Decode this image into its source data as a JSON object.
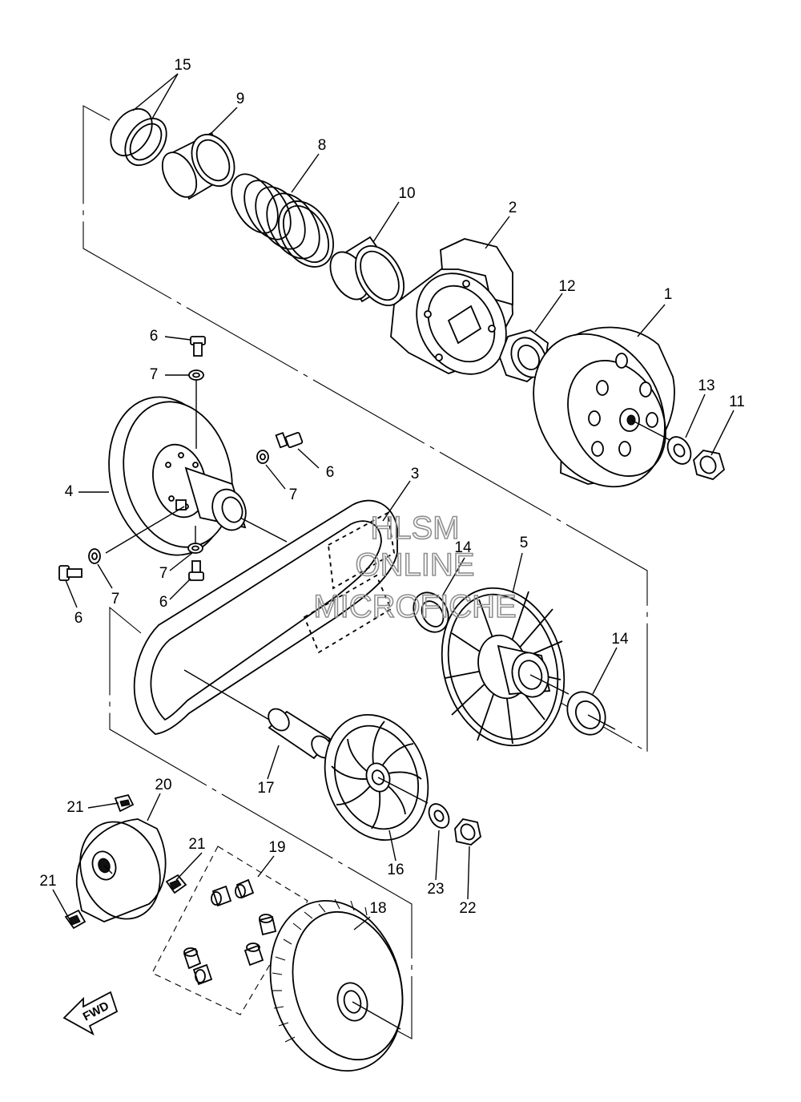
{
  "diagram": {
    "type": "exploded-parts-diagram",
    "callouts": [
      {
        "id": "c1",
        "text": "1"
      },
      {
        "id": "c2",
        "text": "2"
      },
      {
        "id": "c3",
        "text": "3"
      },
      {
        "id": "c4",
        "text": "4"
      },
      {
        "id": "c5",
        "text": "5"
      },
      {
        "id": "c6a",
        "text": "6"
      },
      {
        "id": "c6b",
        "text": "6"
      },
      {
        "id": "c6c",
        "text": "6"
      },
      {
        "id": "c6d",
        "text": "6"
      },
      {
        "id": "c7a",
        "text": "7"
      },
      {
        "id": "c7b",
        "text": "7"
      },
      {
        "id": "c7c",
        "text": "7"
      },
      {
        "id": "c7d",
        "text": "7"
      },
      {
        "id": "c8",
        "text": "8"
      },
      {
        "id": "c9",
        "text": "9"
      },
      {
        "id": "c10",
        "text": "10"
      },
      {
        "id": "c11",
        "text": "11"
      },
      {
        "id": "c12",
        "text": "12"
      },
      {
        "id": "c13",
        "text": "13"
      },
      {
        "id": "c14a",
        "text": "14"
      },
      {
        "id": "c14b",
        "text": "14"
      },
      {
        "id": "c15",
        "text": "15"
      },
      {
        "id": "c16",
        "text": "16"
      },
      {
        "id": "c17",
        "text": "17"
      },
      {
        "id": "c18",
        "text": "18"
      },
      {
        "id": "c19",
        "text": "19"
      },
      {
        "id": "c20",
        "text": "20"
      },
      {
        "id": "c21a",
        "text": "21"
      },
      {
        "id": "c21b",
        "text": "21"
      },
      {
        "id": "c21c",
        "text": "21"
      },
      {
        "id": "c22",
        "text": "22"
      },
      {
        "id": "c23",
        "text": "23"
      }
    ],
    "direction_arrow": "FWD",
    "watermark": [
      "HLSM",
      "ONLINE",
      "MICROFICHE"
    ]
  },
  "colors": {
    "line": "#000000",
    "background": "#ffffff",
    "watermark": "#8f8f8f"
  }
}
